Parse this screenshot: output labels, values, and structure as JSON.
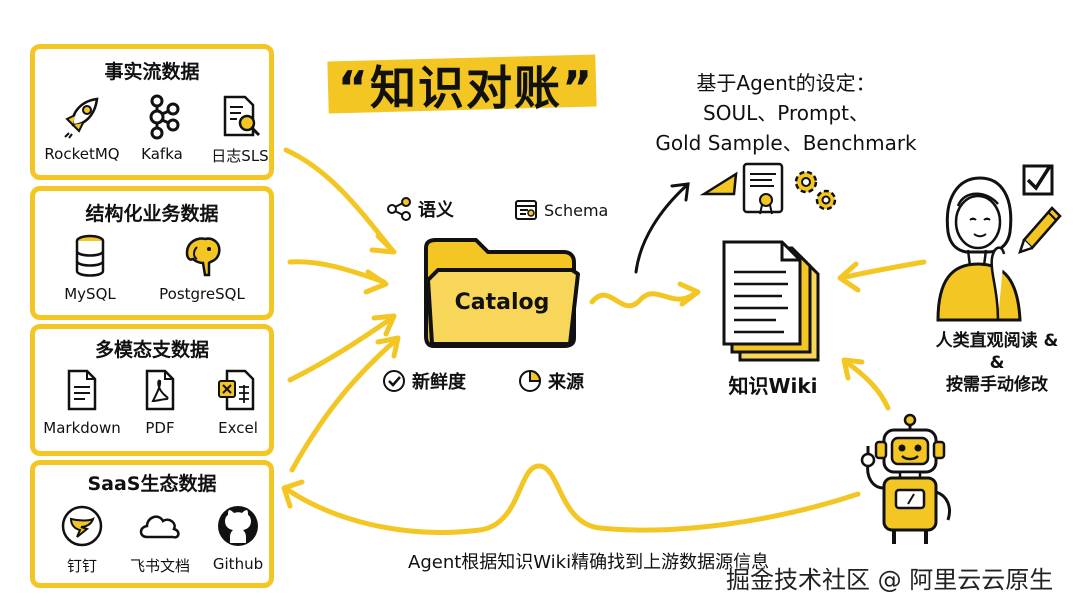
{
  "title": "“知识对账”",
  "groups": [
    {
      "title": "事实流数据",
      "items": [
        {
          "label": "RocketMQ",
          "icon": "rocket-icon"
        },
        {
          "label": "Kafka",
          "icon": "kafka-icon"
        },
        {
          "label": "日志SLS",
          "icon": "log-search-icon"
        }
      ]
    },
    {
      "title": "结构化业务数据",
      "items": [
        {
          "label": "MySQL",
          "icon": "database-icon"
        },
        {
          "label": "PostgreSQL",
          "icon": "elephant-icon"
        }
      ]
    },
    {
      "title": "多模态支数据",
      "items": [
        {
          "label": "Markdown",
          "icon": "document-icon"
        },
        {
          "label": "PDF",
          "icon": "pdf-icon"
        },
        {
          "label": "Excel",
          "icon": "excel-icon"
        }
      ]
    },
    {
      "title": "SaaS生态数据",
      "items": [
        {
          "label": "钉钉",
          "icon": "dingtalk-icon"
        },
        {
          "label": "飞书文档",
          "icon": "cloud-icon"
        },
        {
          "label": "Github",
          "icon": "github-icon"
        }
      ]
    }
  ],
  "catalog": {
    "folder_label": "Catalog",
    "semantic": "语义",
    "schema": "Schema",
    "freshness": "新鲜度",
    "source": "来源"
  },
  "agent_settings": {
    "line1": "基于Agent的设定：",
    "line2": "SOUL、Prompt、",
    "line3": "Gold Sample、Benchmark"
  },
  "wiki_label": "知识Wiki",
  "human": {
    "line1": "人类直观阅读 &",
    "line2": "&",
    "line3": "按需手动修改"
  },
  "bottom_caption": "Agent根据知识Wiki精确找到上游数据源信息",
  "watermark": "掘金技术社区 @ 阿里云云原生",
  "colors": {
    "accent": "#F3C623",
    "ink": "#111111"
  }
}
